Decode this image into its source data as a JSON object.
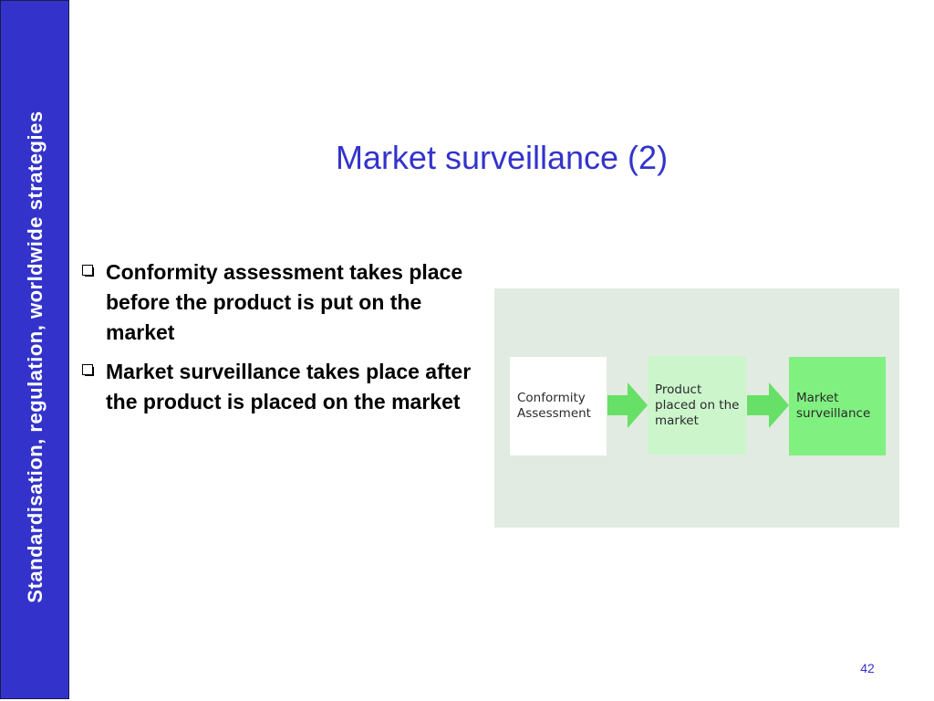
{
  "sidebar": {
    "text": "Standardisation, regulation, worldwide strategies"
  },
  "slide": {
    "title": "Market surveillance (2)",
    "bullets": [
      "Conformity assessment takes place before the product is put on the market",
      "Market surveillance takes place after the product is placed on the market"
    ]
  },
  "diagram": {
    "boxes": [
      {
        "label": "Conformity Assessment",
        "color": "#ffffff"
      },
      {
        "label": "Product placed on the market",
        "color": "#ccf5cc"
      },
      {
        "label": "Market surveillance",
        "color": "#80f080"
      }
    ],
    "arrow_color": "#66e066",
    "background": "#e1ebe1"
  },
  "footer": {
    "page_number": "42"
  },
  "colors": {
    "accent": "#3333cc",
    "sidebar_bg": "#3333cc"
  }
}
